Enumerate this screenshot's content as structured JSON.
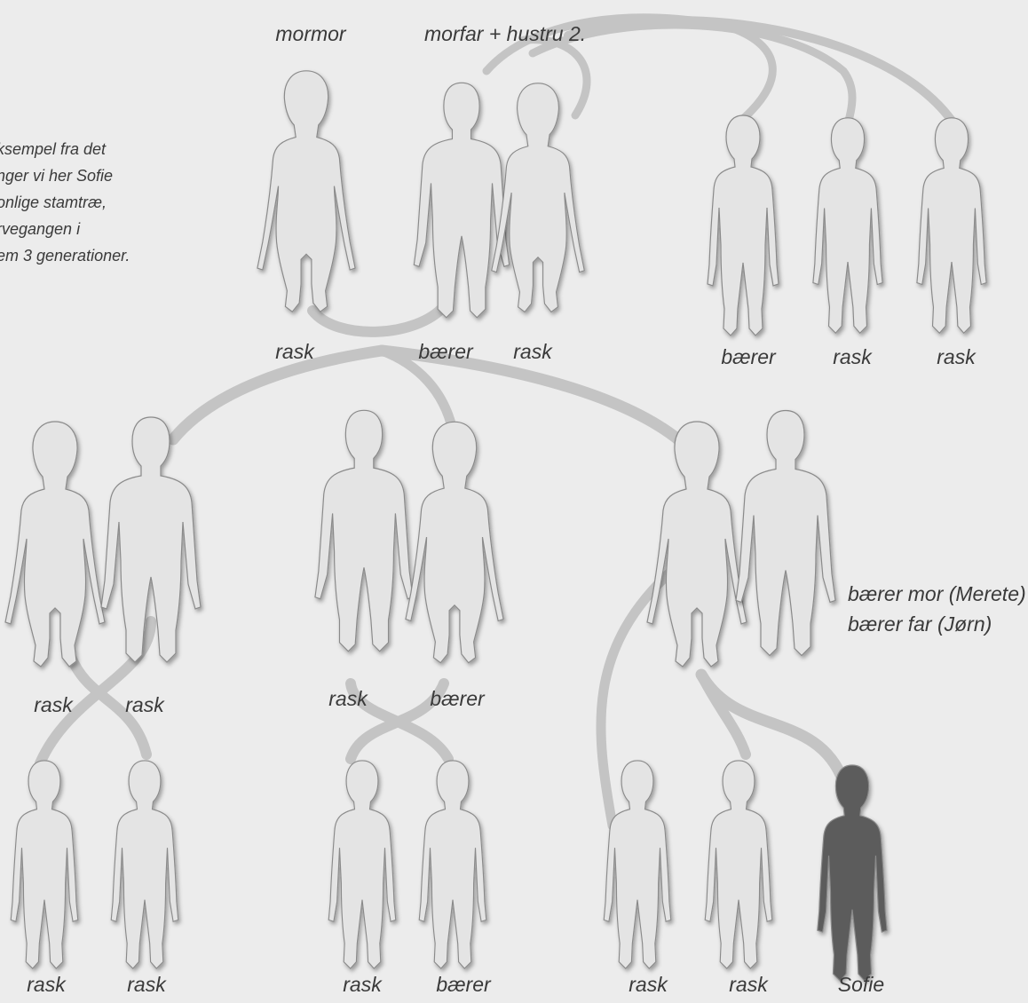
{
  "colors": {
    "background": "#ececec",
    "rask": "#e4e4e4",
    "baerer_dark": "#5c5c5c",
    "outline": "#8a8a8a",
    "link": "#c4c4c4",
    "text": "#3a3a3a"
  },
  "intro_text": [
    "ksempel fra det",
    "nger vi her Sofie",
    "onlige stamtræ,",
    "rvegangen i",
    "em 3 generationer."
  ],
  "header_labels": {
    "mormor": "mormor",
    "morfar": "morfar + hustru 2."
  },
  "parents_labels": {
    "merete": "bærer mor  (Merete)",
    "jorn": "bærer far (Jørn)"
  },
  "generations": {
    "grandparents": [
      {
        "id": "mormor",
        "figure": "female",
        "status": "rask",
        "label": "rask"
      },
      {
        "id": "morfar",
        "figure": "male",
        "status": "baerer",
        "label": "bærer"
      },
      {
        "id": "hustru2",
        "figure": "female",
        "status": "rask",
        "label": "rask"
      }
    ],
    "half_siblings": [
      {
        "id": "hs1",
        "figure": "child",
        "status": "baerer",
        "label": "bærer"
      },
      {
        "id": "hs2",
        "figure": "child",
        "status": "rask",
        "label": "rask"
      },
      {
        "id": "hs3",
        "figure": "child",
        "status": "rask",
        "label": "rask"
      }
    ],
    "couples": [
      {
        "id": "c1f",
        "figure": "female",
        "status": "rask",
        "label": "rask"
      },
      {
        "id": "c1m",
        "figure": "male",
        "status": "rask",
        "label": "rask"
      },
      {
        "id": "c2m",
        "figure": "male",
        "status": "rask",
        "label": "rask"
      },
      {
        "id": "c2f",
        "figure": "female",
        "status": "baerer",
        "label": "bærer"
      },
      {
        "id": "c3f",
        "figure": "female",
        "status": "baerer",
        "label": ""
      },
      {
        "id": "c3m",
        "figure": "male",
        "status": "baerer",
        "label": ""
      }
    ],
    "children": [
      {
        "id": "k1",
        "figure": "child",
        "status": "rask",
        "label": "rask"
      },
      {
        "id": "k2",
        "figure": "child",
        "status": "rask",
        "label": "rask"
      },
      {
        "id": "k3",
        "figure": "child",
        "status": "rask",
        "label": "rask"
      },
      {
        "id": "k4",
        "figure": "child",
        "status": "baerer",
        "label": "bærer"
      },
      {
        "id": "k5",
        "figure": "child",
        "status": "rask",
        "label": "rask"
      },
      {
        "id": "k6",
        "figure": "child",
        "status": "rask",
        "label": "rask"
      },
      {
        "id": "k7",
        "figure": "child",
        "status": "syg",
        "label": "Sofie"
      }
    ]
  }
}
